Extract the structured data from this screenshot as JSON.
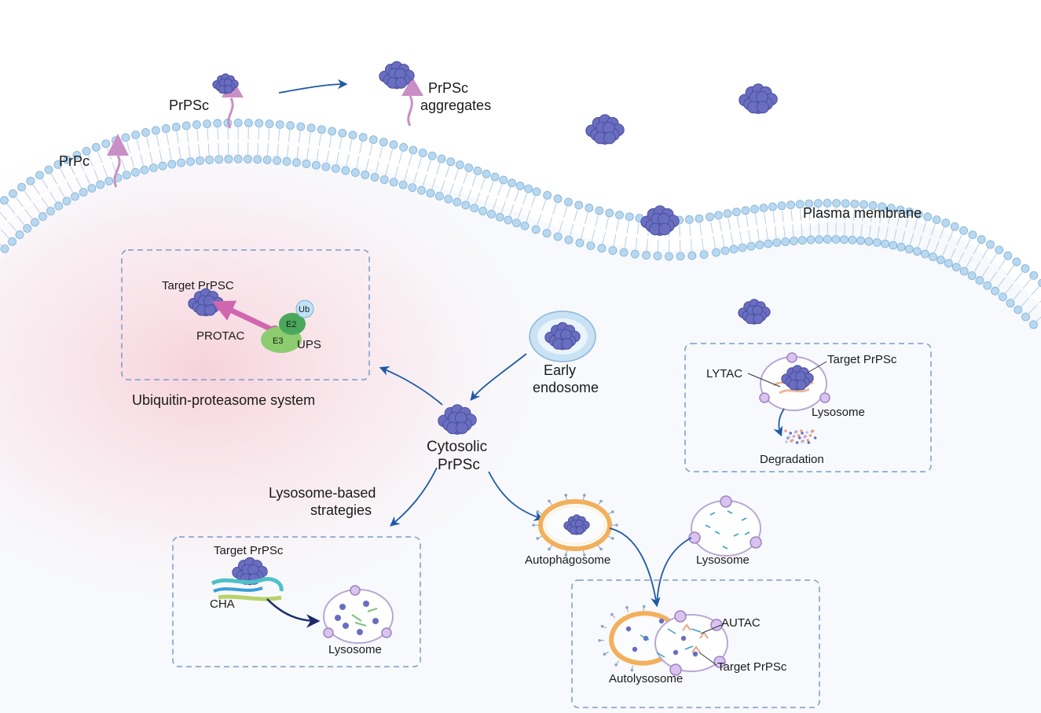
{
  "labels": {
    "prpc": "PrPc",
    "prpsc": "PrPSc",
    "prpsc_aggregates_line1": "PrPSc",
    "prpsc_aggregates_line2": "aggregates",
    "plasma_membrane": "Plasma membrane",
    "ups_target": "Target PrPSC",
    "ub": "Ub",
    "e2": "E2",
    "e3": "E3",
    "protac": "PROTAC",
    "ups": "UPS",
    "ups_caption": "Ubiquitin-proteasome system",
    "early_endosome_line1": "Early",
    "early_endosome_line2": "endosome",
    "cytosolic_line1": "Cytosolic",
    "cytosolic_line2": "PrPSc",
    "lytac": "LYTAC",
    "lytac_target": "Target PrPSc",
    "lytac_lysosome": "Lysosome",
    "degradation": "Degradation",
    "lysosome_strategies_line1": "Lysosome-based",
    "lysosome_strategies_line2": "strategies",
    "cha_target": "Target PrPSc",
    "cha": "CHA",
    "cha_lysosome": "Lysosome",
    "autophagosome": "Autophagosome",
    "autophagy_lysosome": "Lysosome",
    "autac": "AUTAC",
    "autac_target": "Target PrPSc",
    "autolysosome": "Autolysosome"
  },
  "colors": {
    "membrane_head": "#b8d8f0",
    "membrane_head_stroke": "#7fb0d8",
    "aggregate": "#6a6ec0",
    "prion_protein": "#c98fc4",
    "protac_arrow": "#d166b0",
    "e2": "#4aa85c",
    "e3": "#8ccc6e",
    "flow_arrow": "#1f5aa6",
    "dashed_box": "#7a9cc6",
    "autophagosome_ring": "#f2b05c",
    "lysosome_stroke": "#b9a8d4",
    "pink_glow": "#f9d6dd"
  },
  "icons": [
    "prion-aggregate-icon",
    "prpc-protein-icon",
    "lysosome-icon",
    "autophagosome-icon",
    "early-endosome-icon"
  ]
}
